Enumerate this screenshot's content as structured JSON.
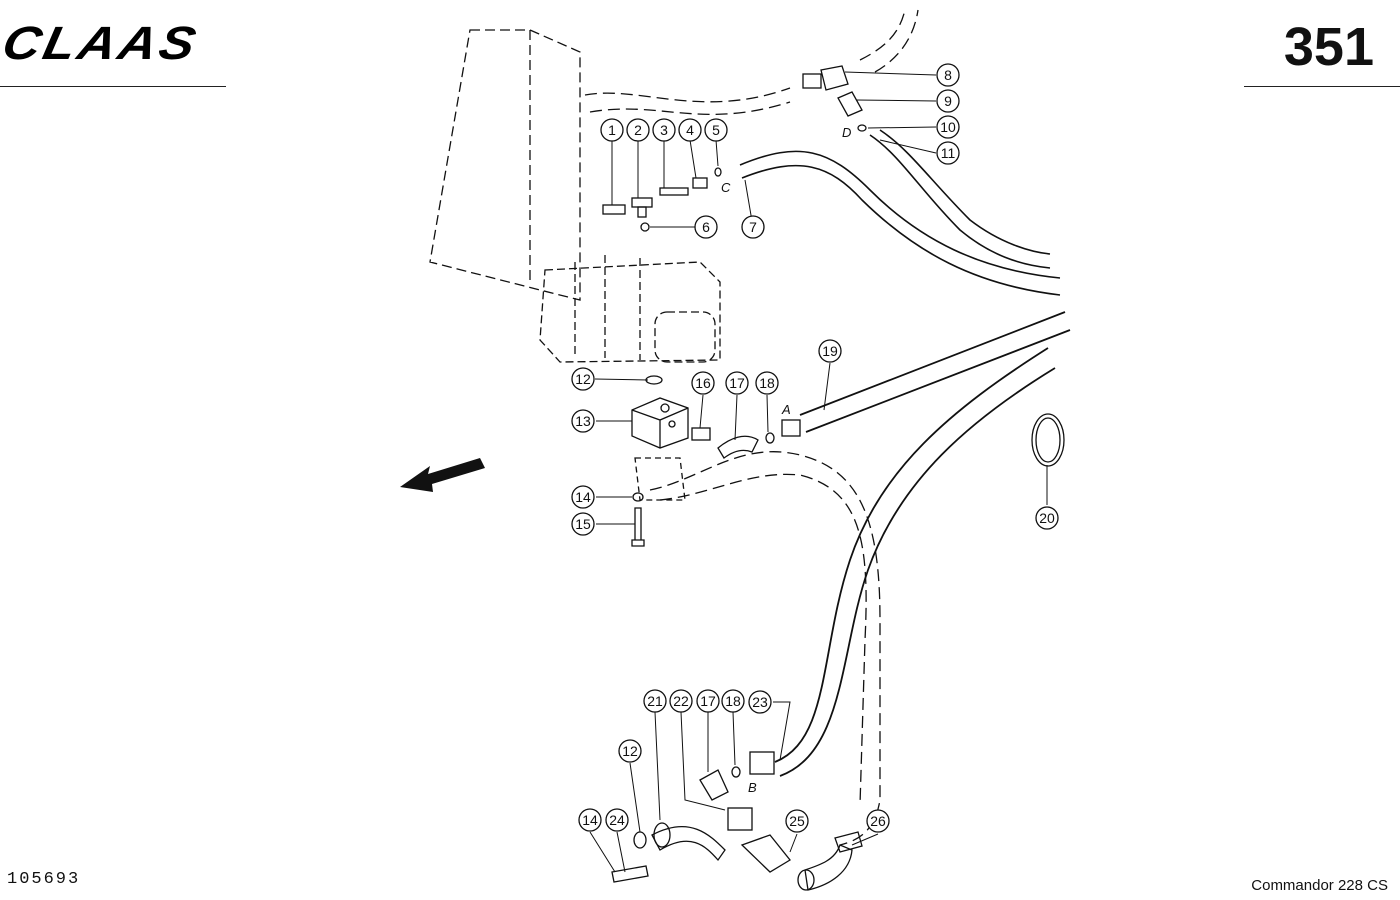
{
  "header": {
    "brand_logo": "CLAAS",
    "page_number": "351"
  },
  "footer": {
    "drawing_number": "105693",
    "model": "Commandor 228 CS"
  },
  "ports": [
    "C",
    "D",
    "A",
    "B"
  ],
  "callouts": [
    "1",
    "2",
    "3",
    "4",
    "5",
    "6",
    "7",
    "8",
    "9",
    "10",
    "11",
    "12",
    "13",
    "14",
    "15",
    "16",
    "17",
    "18",
    "19",
    "20",
    "21",
    "22",
    "17",
    "18",
    "23",
    "12",
    "14",
    "24",
    "25",
    "26"
  ]
}
